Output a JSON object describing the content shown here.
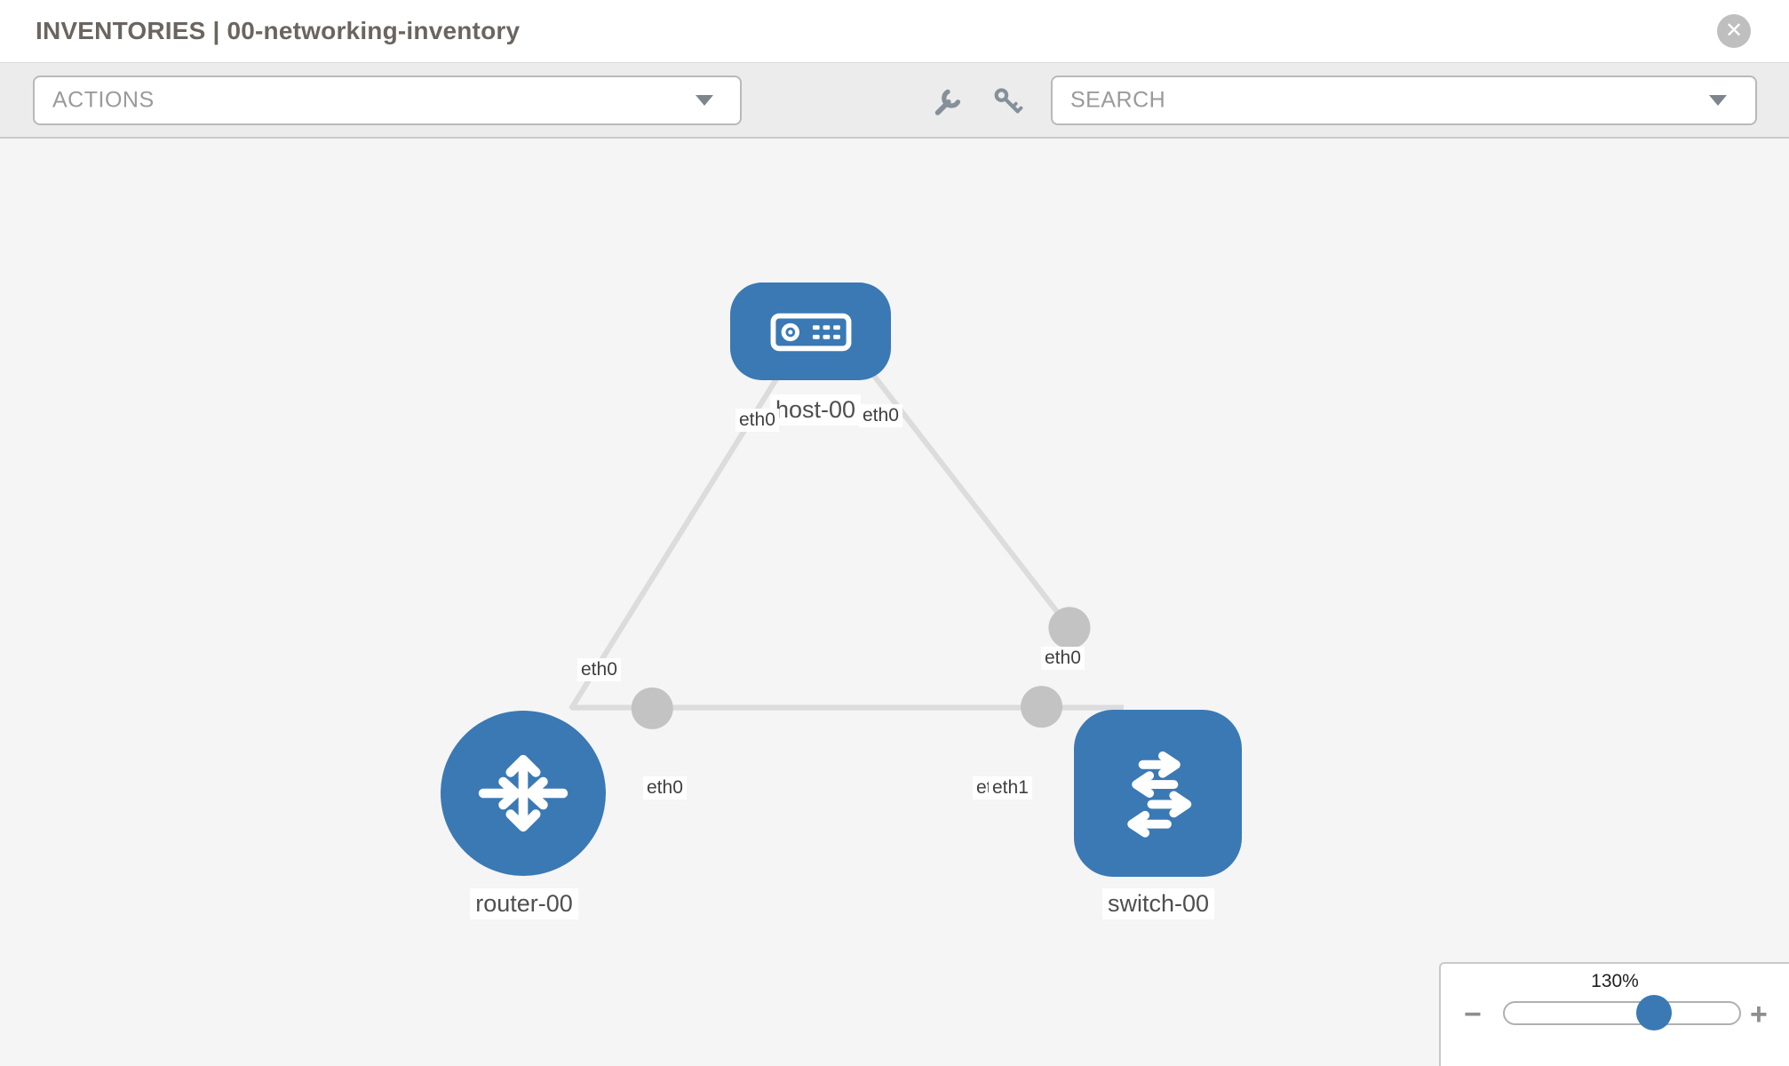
{
  "header": {
    "title": "INVENTORIES | 00-networking-inventory",
    "close_glyph": "✕"
  },
  "toolbar": {
    "actions_label": "ACTIONS",
    "search_label": "SEARCH",
    "icons": [
      "wrench-icon",
      "key-icon"
    ]
  },
  "canvas": {
    "nodes": {
      "host": {
        "label": "host-00",
        "type": "host"
      },
      "router": {
        "label": "router-00",
        "type": "router"
      },
      "switch": {
        "label": "switch-00",
        "type": "switch"
      }
    },
    "interfaces": {
      "host_to_router": "eth0",
      "host_to_switch": "eth0",
      "router_to_host": "eth0",
      "router_to_switch": "eth0",
      "switch_to_host": "eth0",
      "switch_to_router": "eth1",
      "switch_to_router_hidden": "eth0"
    },
    "links": [
      {
        "from": "host-00",
        "to": "router-00"
      },
      {
        "from": "host-00",
        "to": "switch-00"
      },
      {
        "from": "router-00",
        "to": "switch-00"
      }
    ]
  },
  "zoom_control": {
    "value": "130%",
    "zoom_percent": 130,
    "minus_label": "−",
    "plus_label": "+"
  },
  "colors": {
    "node_blue": "#3a79b4",
    "link_gray": "#dcdcdc",
    "connector_gray": "#c3c3c3",
    "toolbar_bg": "#ececec",
    "canvas_bg": "#f5f5f5"
  }
}
